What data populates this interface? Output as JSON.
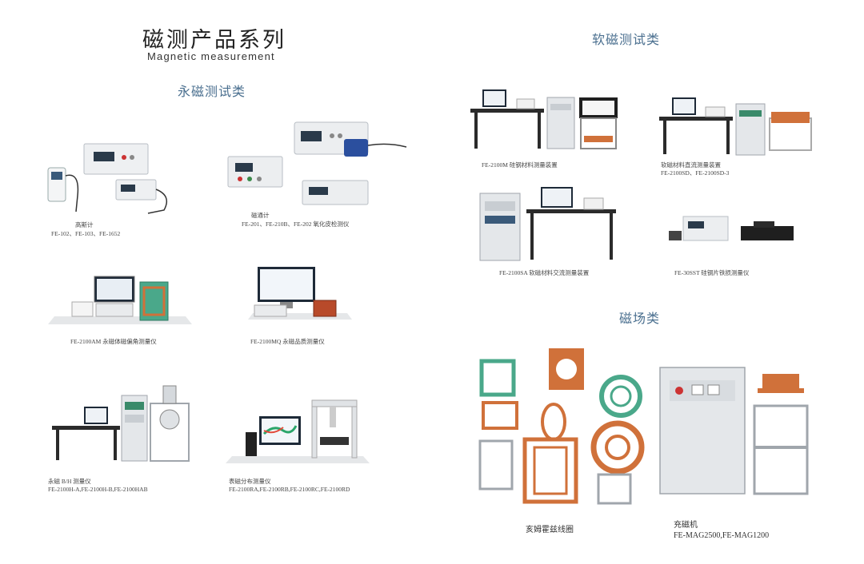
{
  "header": {
    "title_cn": "磁测产品系列",
    "title_en": "Magnetic measurement"
  },
  "sections": {
    "permanent": "永磁测试类",
    "soft": "软磁测试类",
    "field": "磁场类"
  },
  "products": {
    "gaussmeter": {
      "name": "高斯计",
      "models": "FE-102、FE-103、FE-1652"
    },
    "fluxmeter": {
      "name": "磁通计",
      "models": "FE-201、FE-210B、FE-202 氧化皮检测仪"
    },
    "fe2100am": {
      "name": "FE-2100AM 永磁体磁偏角测量仪"
    },
    "fe2100mq": {
      "name": "FE-2100MQ 永磁品质测量仪"
    },
    "bh_tester": {
      "name": "永磁 B/H 测量仪",
      "models": "FE-2100H-A,FE-2100H-B,FE-2100HAB"
    },
    "surface": {
      "name": "表磁分布测量仪",
      "models": "FE-2100RA,FE-2100RB,FE-2100RC,FE-2100RD"
    },
    "fe2100m": {
      "name": "FE-2100M 硅钢材料测量装置"
    },
    "soft_dc": {
      "name": "软磁材料直流测量装置",
      "models": "FE-2100SD、FE-2100SD-3"
    },
    "fe2100sa": {
      "name": "FE-2100SA 软磁材料交流测量装置"
    },
    "fe30sst": {
      "name": "FE-30SST 硅钢片铁损测量仪"
    },
    "helmholtz": {
      "name": "亥姆霍兹线圈"
    },
    "magnetizer": {
      "name": "充磁机",
      "models": "FE-MAG2500,FE-MAG1200"
    }
  },
  "colors": {
    "section": "#4a6f8f",
    "copper": "#d0713a",
    "green": "#4aa88a",
    "cabinet": "#e4e7ea",
    "table": "#2b2b2b"
  }
}
